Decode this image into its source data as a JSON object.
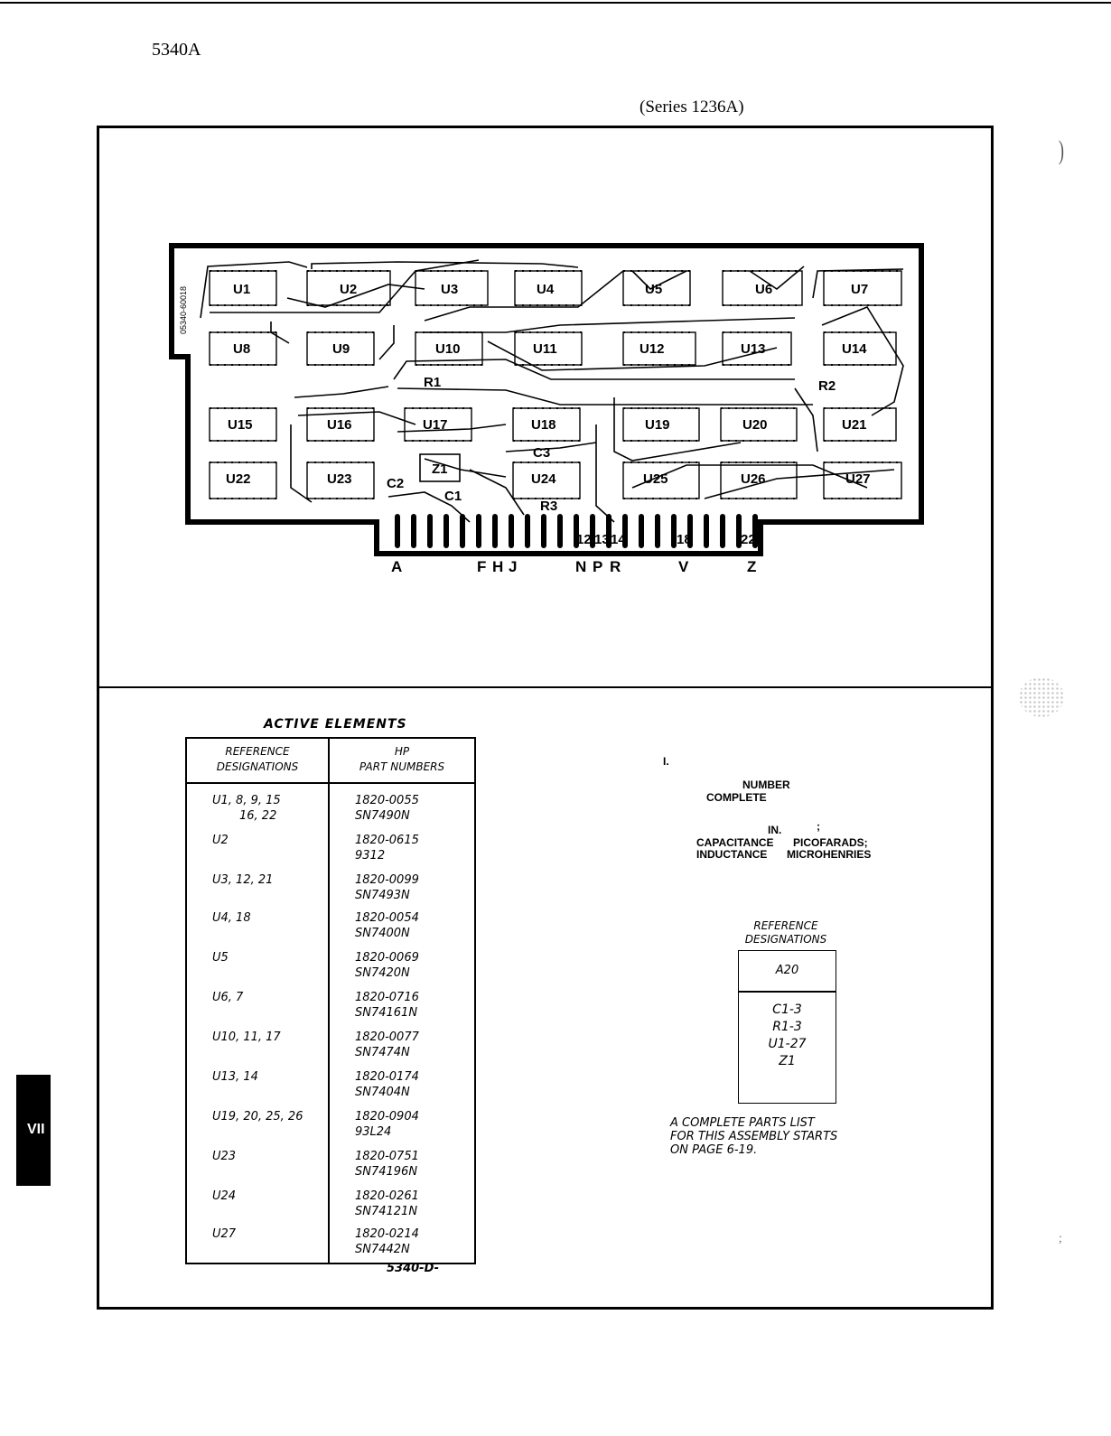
{
  "header": {
    "model": "5340A",
    "series": "(Series 1236A)"
  },
  "side_tab": {
    "label": "VII"
  },
  "board": {
    "silkscreen": "05340-60018",
    "chip_labels": [
      "U1",
      "U2",
      "U3",
      "U4",
      "U5",
      "U6",
      "U7",
      "U8",
      "U9",
      "U10",
      "U11",
      "U12",
      "U13",
      "U14",
      "U15",
      "U16",
      "U17",
      "U18",
      "U19",
      "U20",
      "U21",
      "U22",
      "U23",
      "U24",
      "U25",
      "U26",
      "U27"
    ],
    "component_labels": {
      "r1": "R1",
      "r2": "R2",
      "r3": "R3",
      "c1": "C1",
      "c2": "C2",
      "c3": "C3",
      "z1": "Z1"
    },
    "pin_numbers": [
      "12",
      "13",
      "14",
      "18",
      "22"
    ],
    "edge_letters": [
      "A",
      "F",
      "H",
      "J",
      "N",
      "P",
      "R",
      "V",
      "Z"
    ]
  },
  "active_elements": {
    "title": "ACTIVE ELEMENTS",
    "col_ref": [
      "REFERENCE",
      "DESIGNATIONS"
    ],
    "col_part": [
      "HP",
      "PART NUMBERS"
    ],
    "rows": [
      {
        "ref": [
          "U1, 8, 9, 15",
          "16, 22"
        ],
        "part": [
          "1820-0055",
          "SN7490N"
        ]
      },
      {
        "ref": [
          "U2"
        ],
        "part": [
          "1820-0615",
          "9312"
        ]
      },
      {
        "ref": [
          "U3, 12, 21"
        ],
        "part": [
          "1820-0099",
          "SN7493N"
        ]
      },
      {
        "ref": [
          "U4, 18"
        ],
        "part": [
          "1820-0054",
          "SN7400N"
        ]
      },
      {
        "ref": [
          "U5"
        ],
        "part": [
          "1820-0069",
          "SN7420N"
        ]
      },
      {
        "ref": [
          "U6, 7"
        ],
        "part": [
          "1820-0716",
          "SN74161N"
        ]
      },
      {
        "ref": [
          "U10, 11, 17"
        ],
        "part": [
          "1820-0077",
          "SN7474N"
        ]
      },
      {
        "ref": [
          "U13, 14"
        ],
        "part": [
          "1820-0174",
          "SN7404N"
        ]
      },
      {
        "ref": [
          "U19, 20, 25, 26"
        ],
        "part": [
          "1820-0904",
          "93L24"
        ]
      },
      {
        "ref": [
          "U23"
        ],
        "part": [
          "1820-0751",
          "SN74196N"
        ]
      },
      {
        "ref": [
          "U24"
        ],
        "part": [
          "1820-0261",
          "SN74121N"
        ]
      },
      {
        "ref": [
          "U27"
        ],
        "part": [
          "1820-0214",
          "SN7442N"
        ]
      }
    ],
    "footer": "5340-D-"
  },
  "notes": {
    "numeral": "I.",
    "number": "NUMBER",
    "complete": "COMPLETE",
    "in": "IN.",
    "semicolon": ";",
    "capacitance": "CAPACITANCE",
    "picofarads": "PICOFARADS;",
    "inductance": "INDUCTANCE",
    "microhenries": "MICROHENRIES"
  },
  "ref_table": {
    "title": [
      "REFERENCE",
      "DESIGNATIONS"
    ],
    "header": "A20",
    "items": [
      "C1-3",
      "R1-3",
      "U1-27",
      "Z1"
    ],
    "note": [
      "A COMPLETE PARTS LIST",
      "FOR THIS ASSEMBLY STARTS",
      "ON PAGE 6-19."
    ]
  }
}
